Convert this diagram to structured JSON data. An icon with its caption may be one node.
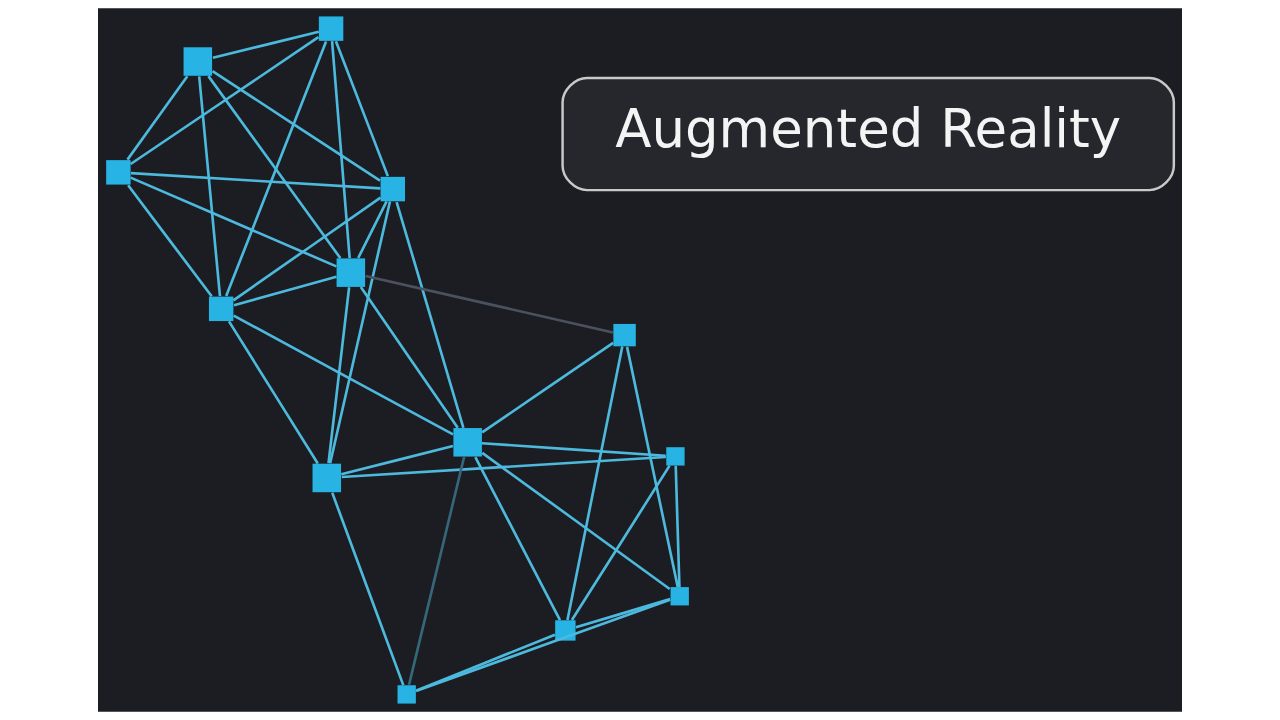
{
  "diagram": {
    "nodes": [
      {
        "text": [
          "Augmented Reality"
        ]
      },
      {
        "text": [],
        "shape": "box"
      },
      {
        "text": [],
        "shape": "box"
      },
      {
        "text": [],
        "shape": "box"
      },
      {
        "text": [],
        "shape": "box"
      },
      {
        "text": [],
        "shape": "box"
      },
      {
        "text": [],
        "shape": "box"
      },
      {
        "text": [],
        "shape": "box"
      },
      {
        "text": [],
        "shape": "box"
      },
      {
        "text": [],
        "shape": "box"
      },
      {
        "text": [],
        "shape": "box"
      },
      {
        "text": [],
        "shape": "box"
      },
      {
        "text": [],
        "shape": "box"
      },
      {
        "text": [],
        "shape": "box"
      }
    ],
    "edges": [
      {
        "from": 4,
        "to": 2,
        "arrow": "none"
      },
      {
        "from": 4,
        "to": 11,
        "arrow": "none"
      },
      {
        "from": 4,
        "to": 12,
        "arrow": "none"
      },
      {
        "from": 4,
        "to": 6,
        "arrow": "none"
      },
      {
        "from": 4,
        "to": 7,
        "arrow": "none"
      },
      {
        "from": 2,
        "to": 3,
        "arrow": "none"
      },
      {
        "from": 2,
        "to": 11,
        "arrow": "none"
      },
      {
        "from": 2,
        "to": 12,
        "arrow": "none"
      },
      {
        "from": 2,
        "to": 6,
        "arrow": "none"
      },
      {
        "from": 2,
        "to": 7,
        "arrow": "none"
      },
      {
        "from": 2,
        "to": 8,
        "arrow": "none"
      },
      {
        "from": 3,
        "to": 1,
        "arrow": "none"
      },
      {
        "from": 3,
        "to": 5,
        "arrow": "none"
      },
      {
        "from": 3,
        "to": 6,
        "arrow": "none"
      },
      {
        "from": 3,
        "to": 7,
        "arrow": "none"
      },
      {
        "from": 3,
        "to": 8,
        "arrow": "none"
      },
      {
        "from": 6,
        "to": 7,
        "arrow": "none"
      },
      {
        "from": 6,
        "to": 8,
        "arrow": "none"
      },
      {
        "from": 6,
        "to": 11,
        "arrow": "none"
      },
      {
        "from": 6,
        "to": 12,
        "arrow": "none"
      },
      {
        "from": 7,
        "to": 8,
        "arrow": "none"
      },
      {
        "from": 7,
        "to": 11,
        "arrow": "none"
      },
      {
        "from": 7,
        "to": 12,
        "arrow": "none"
      },
      {
        "from": 7,
        "to": 13,
        "arrow": "none",
        "color": "#4a5260"
      },
      {
        "from": 11,
        "to": 12,
        "arrow": "none"
      },
      {
        "from": 8,
        "to": 5,
        "arrow": "none"
      },
      {
        "from": 8,
        "to": 9,
        "arrow": "none"
      },
      {
        "from": 8,
        "to": 10,
        "arrow": "none"
      },
      {
        "from": 8,
        "to": 13,
        "arrow": "none"
      },
      {
        "from": 8,
        "to": 1,
        "arrow": "none",
        "color": "#35667a"
      },
      {
        "from": 9,
        "to": 10,
        "arrow": "none"
      },
      {
        "from": 9,
        "to": 13,
        "arrow": "none"
      },
      {
        "from": 9,
        "to": 1,
        "arrow": "none"
      },
      {
        "from": 9,
        "to": 5,
        "arrow": "none"
      },
      {
        "from": 10,
        "to": 13,
        "arrow": "none"
      },
      {
        "from": 10,
        "to": 5,
        "arrow": "none"
      },
      {
        "from": 10,
        "to": 1,
        "arrow": "none"
      }
    ]
  }
}
